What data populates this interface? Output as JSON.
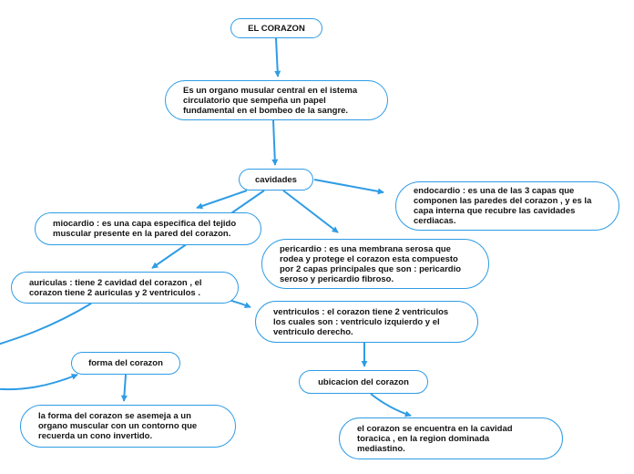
{
  "diagram": {
    "title": "EL CORAZON",
    "background_color": "#ffffff",
    "accent_color": "#2e9ce5",
    "text_color": "#141414",
    "nodes": [
      {
        "id": "el-corazon",
        "label": "EL CORAZON"
      },
      {
        "id": "definicion",
        "label": "Es un organo musular central en el istema\ncirculatorio que sempeña un papel\nfundamental en el bombeo de la sangre."
      },
      {
        "id": "cavidades",
        "label": "cavidades"
      },
      {
        "id": "endocardio",
        "label": "endocardio : es una de las 3 capas que\ncomponen las paredes del corazon , y es la\ncapa interna que recubre las cavidades\ncerdiacas."
      },
      {
        "id": "miocardio",
        "label": "miocardio : es una capa especifica del tejido\nmuscular presente en la pared del corazon."
      },
      {
        "id": "pericardio",
        "label": "pericardio : es una membrana serosa que\nrodea y protege el corazon esta compuesto\npor 2 capas principales que son : pericardio\nseroso y pericardio fibroso."
      },
      {
        "id": "auriculas",
        "label": "auriculas : tiene 2 cavidad del corazon , el\ncorazon tiene 2 auriculas y 2 ventriculos ."
      },
      {
        "id": "ventriculos",
        "label": "ventriculos : el corazon tiene 2 ventriculos\nlos cuales son : ventriculo izquierdo y el\nventriculo derecho."
      },
      {
        "id": "forma",
        "label": "forma del corazon"
      },
      {
        "id": "ubicacion",
        "label": "ubicacion del corazon"
      },
      {
        "id": "forma-desc",
        "label": "la forma del corazon se asemeja a un\norgano muscular con un contorno que\nrecuerda un cono invertido."
      },
      {
        "id": "ubicacion-desc",
        "label": "el corazon se encuentra en la cavidad\ntoracica , en la region dominada\nmediastino."
      }
    ],
    "edges": [
      {
        "from": "el-corazon",
        "to": "definicion"
      },
      {
        "from": "definicion",
        "to": "cavidades"
      },
      {
        "from": "cavidades",
        "to": "miocardio"
      },
      {
        "from": "cavidades",
        "to": "auriculas"
      },
      {
        "from": "cavidades",
        "to": "pericardio"
      },
      {
        "from": "cavidades",
        "to": "endocardio"
      },
      {
        "from": "auriculas",
        "to": "ventriculos"
      },
      {
        "from": "auriculas",
        "to": "forma"
      },
      {
        "from": "ventriculos",
        "to": "ubicacion"
      },
      {
        "from": "forma",
        "to": "forma-desc"
      },
      {
        "from": "ubicacion",
        "to": "ubicacion-desc"
      }
    ]
  }
}
